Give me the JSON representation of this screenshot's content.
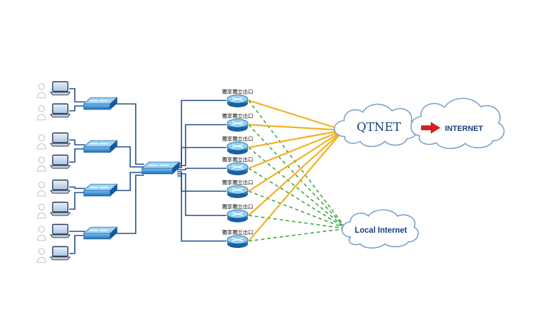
{
  "diagram": {
    "router_label": "獨享獨立出口",
    "clouds": {
      "qtnet": "QTNET",
      "internet": "INTERNET",
      "local": "Local Internet"
    },
    "colors": {
      "trunk_line": "#1f4e8c",
      "qtnet_link": "#f2b01e",
      "local_link": "#3aa83a",
      "arrow": "#d81e1e",
      "cloud_stroke": "#7d9fc9",
      "device_blue": "#2e7fc7"
    },
    "counts": {
      "pc_groups": 4,
      "pcs_per_group": 2,
      "access_switches": 4,
      "routers": 7
    },
    "icons": {
      "pc": "laptop-icon",
      "user": "user-icon",
      "switch": "switch-icon",
      "router": "router-icon",
      "cloud": "cloud-icon"
    }
  }
}
